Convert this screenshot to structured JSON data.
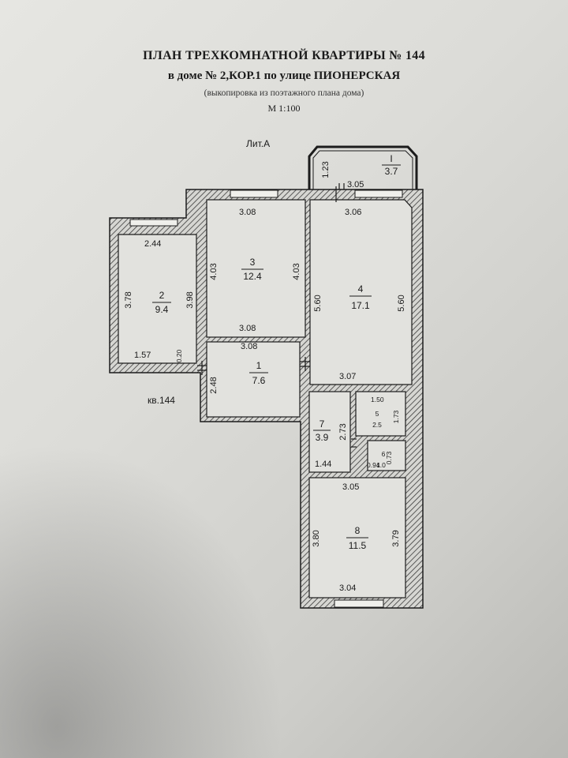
{
  "header": {
    "title": "ПЛАН ТРЕХКОМНАТНОЙ КВАРТИРЫ № 144",
    "address": "в доме № 2,КОР.1  по улице ПИОНЕРСКАЯ",
    "note": "(выкопировка из поэтажного плана дома)",
    "scale": "М 1:100"
  },
  "labels": {
    "lit": "Лит.А",
    "apartment": "кв.144"
  },
  "rooms": {
    "r1": {
      "number": "1",
      "area": "7.6"
    },
    "r2": {
      "number": "2",
      "area": "9.4"
    },
    "r3": {
      "number": "3",
      "area": "12.4"
    },
    "r4": {
      "number": "4",
      "area": "17.1"
    },
    "r5": {
      "number": "5",
      "area": "2.5"
    },
    "r6": {
      "number": "6",
      "area": "1.0"
    },
    "r7": {
      "number": "7",
      "area": "3.9"
    },
    "r8": {
      "number": "8",
      "area": "11.5"
    },
    "balcony": {
      "number": "I",
      "area": "3.7"
    }
  },
  "dims": {
    "balcony_side": "1.23",
    "balcony_top": "3.05",
    "r2_top": "2.44",
    "r2_left": "3.78",
    "r2_right": "3.98",
    "r2_bottom": "1.57",
    "r2_small": "0.20",
    "r3_top": "3.08",
    "r3_left": "4.03",
    "r3_right": "4.03",
    "r3_bottom": "3.08",
    "r1_top": "3.08",
    "r1_left": "2.48",
    "r4_top": "3.06",
    "r4_left": "5.60",
    "r4_right": "5.60",
    "r4_bottom": "3.07",
    "r5_top": "1.50",
    "r5_right": "1.73",
    "r6_side": "0.73",
    "r6_bottom": "0.94",
    "r7_side": "2.73",
    "r7_bottom": "1.44",
    "r8_top": "3.05",
    "r8_left": "3.80",
    "r8_right": "3.79",
    "r8_bottom": "3.04"
  }
}
